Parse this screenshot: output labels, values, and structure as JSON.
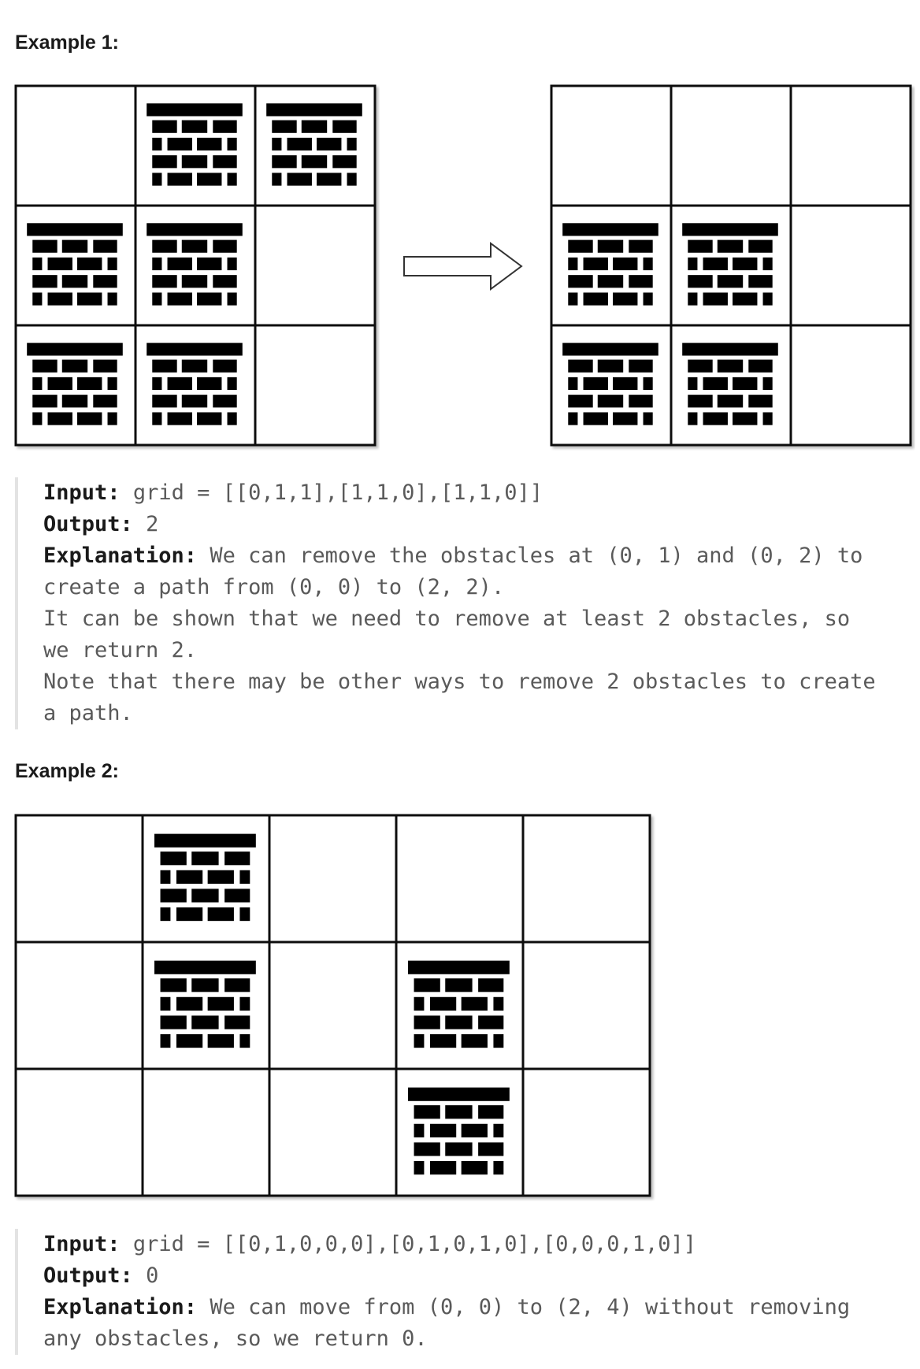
{
  "examples": [
    {
      "heading": "Example 1:",
      "input_label": "Input:",
      "input_value": "grid = [[0,1,1],[1,1,0],[1,1,0]]",
      "output_label": "Output:",
      "output_value": "2",
      "explanation_label": "Explanation:",
      "explanation_lines": [
        "We can remove the obstacles at (0, 1) and (0, 2) to create a path from (0, 0) to (2, 2).",
        "It can be shown that we need to remove at least 2 obstacles, so we return 2.",
        "Note that there may be other ways to remove 2 obstacles to create a path."
      ],
      "figure": {
        "before_grid": [
          [
            0,
            1,
            1
          ],
          [
            1,
            1,
            0
          ],
          [
            1,
            1,
            0
          ]
        ],
        "after_grid": [
          [
            0,
            0,
            0
          ],
          [
            1,
            1,
            0
          ],
          [
            1,
            1,
            0
          ]
        ],
        "arrow_icon": "right-arrow-icon",
        "obstacle_icon": "brick-wall-icon"
      }
    },
    {
      "heading": "Example 2:",
      "input_label": "Input:",
      "input_value": "grid = [[0,1,0,0,0],[0,1,0,1,0],[0,0,0,1,0]]",
      "output_label": "Output:",
      "output_value": "0",
      "explanation_label": "Explanation:",
      "explanation_lines": [
        "We can move from (0, 0) to (2, 4) without removing any obstacles, so we return 0."
      ],
      "figure": {
        "grid": [
          [
            0,
            1,
            0,
            0,
            0
          ],
          [
            0,
            1,
            0,
            1,
            0
          ],
          [
            0,
            0,
            0,
            1,
            0
          ]
        ],
        "obstacle_icon": "brick-wall-icon"
      }
    }
  ]
}
